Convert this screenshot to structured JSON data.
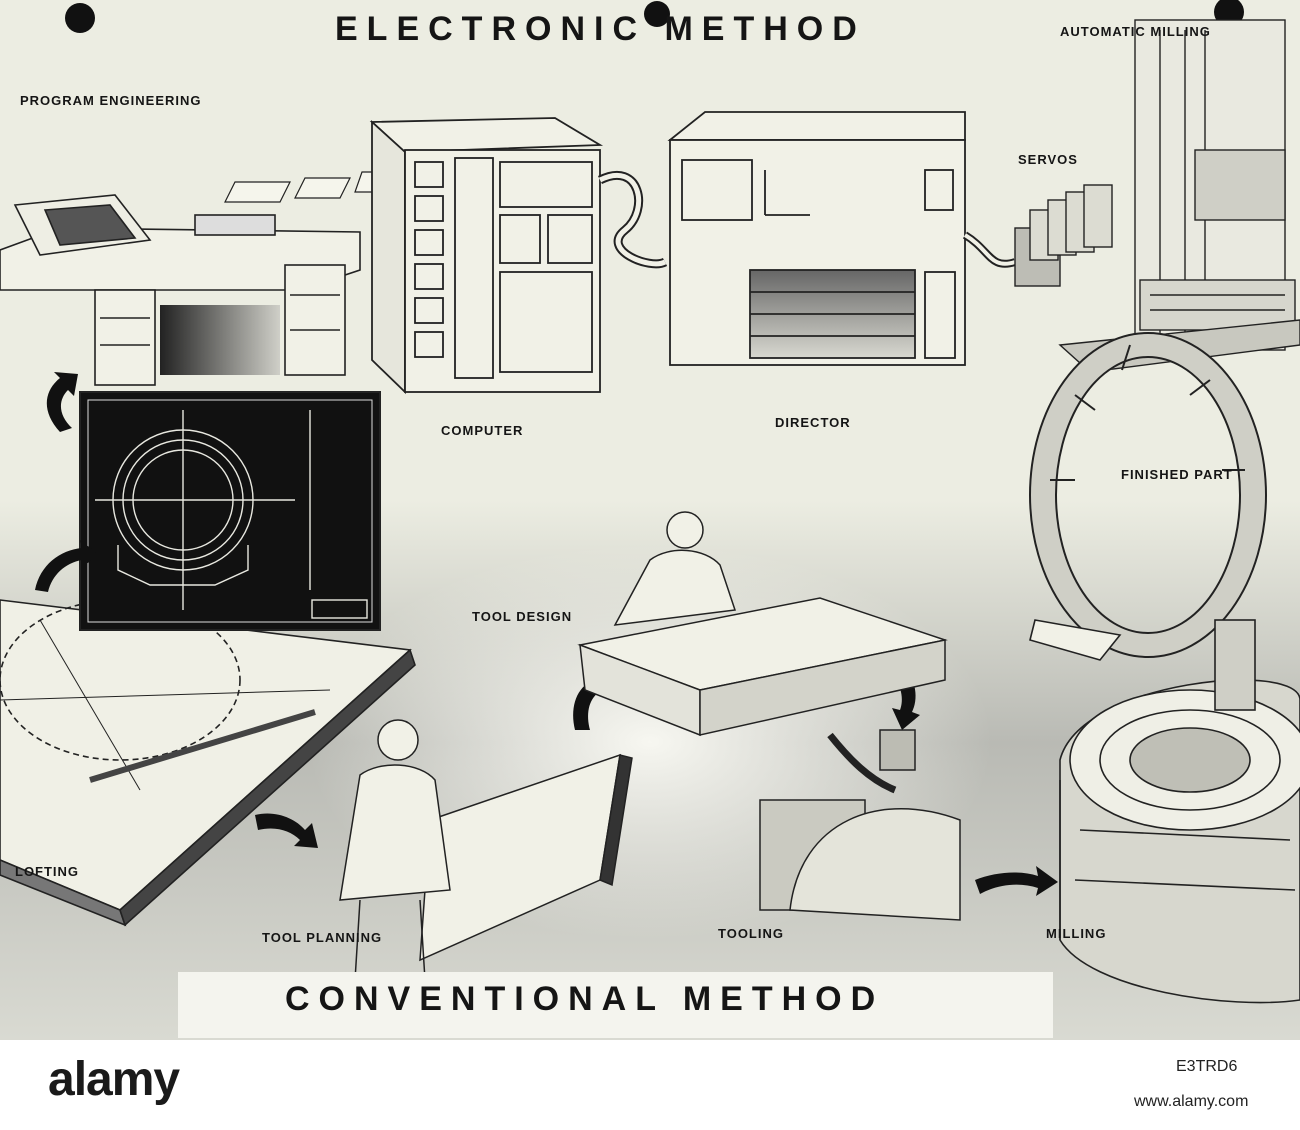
{
  "titles": {
    "top": "ELECTRONIC METHOD",
    "bottom": "CONVENTIONAL METHOD"
  },
  "labels": {
    "program_engineering": "PROGRAM ENGINEERING",
    "automatic_milling": "AUTOMATIC MILLING",
    "servos": "SERVOS",
    "computer": "COMPUTER",
    "director": "DIRECTOR",
    "finished_part": "FINISHED PART",
    "tool_design": "TOOL DESIGN",
    "lofting": "LOFTING",
    "tool_planning": "TOOL PLANNING",
    "tooling": "TOOLING",
    "milling": "MILLING"
  },
  "footer": {
    "brand": "alamy",
    "stock_id": "E3TRD6",
    "url": "www.alamy.com"
  },
  "colors": {
    "paper": "#ecede2",
    "ink": "#151515",
    "gradient_gray": "#b9bab4"
  }
}
